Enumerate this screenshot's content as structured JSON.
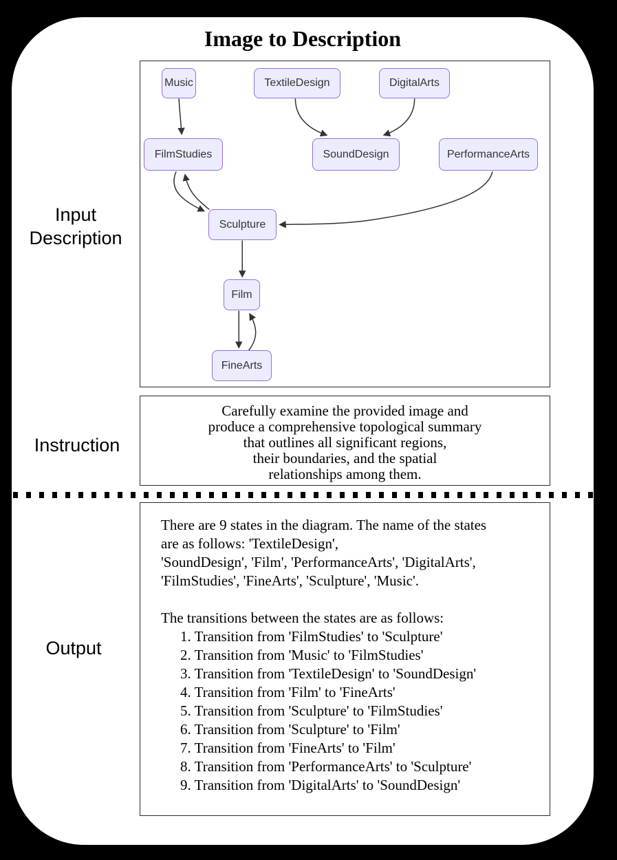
{
  "title": "Image to Description",
  "panel_labels": {
    "input_line1": "Input",
    "input_line2": "Description",
    "instruction": "Instruction",
    "output": "Output"
  },
  "diagram": {
    "nodes": [
      {
        "id": "Music",
        "label": "Music"
      },
      {
        "id": "TextileDesign",
        "label": "TextileDesign"
      },
      {
        "id": "DigitalArts",
        "label": "DigitalArts"
      },
      {
        "id": "FilmStudies",
        "label": "FilmStudies"
      },
      {
        "id": "SoundDesign",
        "label": "SoundDesign"
      },
      {
        "id": "PerformanceArts",
        "label": "PerformanceArts"
      },
      {
        "id": "Sculpture",
        "label": "Sculpture"
      },
      {
        "id": "Film",
        "label": "Film"
      },
      {
        "id": "FineArts",
        "label": "FineArts"
      }
    ],
    "edges": [
      {
        "from": "Music",
        "to": "FilmStudies"
      },
      {
        "from": "TextileDesign",
        "to": "SoundDesign"
      },
      {
        "from": "DigitalArts",
        "to": "SoundDesign"
      },
      {
        "from": "FilmStudies",
        "to": "Sculpture"
      },
      {
        "from": "Sculpture",
        "to": "FilmStudies"
      },
      {
        "from": "PerformanceArts",
        "to": "Sculpture"
      },
      {
        "from": "Sculpture",
        "to": "Film"
      },
      {
        "from": "Film",
        "to": "FineArts"
      },
      {
        "from": "FineArts",
        "to": "Film"
      }
    ],
    "colors": {
      "node_fill": "#ECECFF",
      "node_border": "#9370DB",
      "edge": "#333333"
    }
  },
  "instruction": {
    "lines": [
      "Carefully examine the provided image and",
      "produce a comprehensive topological summary",
      "that outlines all significant regions,",
      "their boundaries, and the spatial",
      "relationships among them."
    ]
  },
  "output": {
    "lines": [
      "There are 9 states in the diagram. The name of the states",
      "are as follows: 'TextileDesign',",
      "'SoundDesign', 'Film', 'PerformanceArts', 'DigitalArts',",
      "'FilmStudies', 'FineArts', 'Sculpture', 'Music'.",
      "",
      "The transitions between the states are as follows:"
    ],
    "transitions": [
      "1. Transition from 'FilmStudies' to 'Sculpture'",
      "2. Transition from 'Music' to 'FilmStudies'",
      "3. Transition from 'TextileDesign' to 'SoundDesign'",
      "4. Transition from 'Film' to 'FineArts'",
      "5. Transition from 'Sculpture' to 'FilmStudies'",
      "6. Transition from 'Sculpture' to 'Film'",
      "7. Transition from 'FineArts' to 'Film'",
      "8. Transition from 'PerformanceArts' to 'Sculpture'",
      "9. Transition from 'DigitalArts' to 'SoundDesign'"
    ]
  }
}
